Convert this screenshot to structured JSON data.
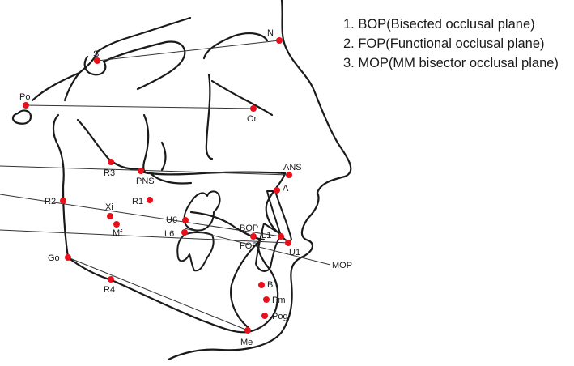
{
  "legend": {
    "items": [
      "1. BOP(Bisected occlusal plane)",
      "2. FOP(Functional occlusal plane)",
      "3. MOP(MM bisector occlusal plane)"
    ]
  },
  "landmarks": {
    "S": "S",
    "N": "N",
    "Po": "Po",
    "Or": "Or",
    "R3": "R3",
    "PNS": "PNS",
    "ANS": "ANS",
    "A": "A",
    "R2": "R2",
    "R1": "R1",
    "Xi": "Xi",
    "Mf": "Mf",
    "U6": "U6",
    "L6": "L6",
    "BOP": "BOP",
    "L1": "L1",
    "FOP": "FOP",
    "U1": "U1",
    "Go": "Go",
    "MOP": "MOP",
    "R4": "R4",
    "B": "B",
    "Pm": "Pm",
    "Pog": "Pog",
    "Me": "Me"
  },
  "colors": {
    "landmark_dot": "#e8101a",
    "outline": "#1a1a1a",
    "plane_line": "#333333"
  }
}
